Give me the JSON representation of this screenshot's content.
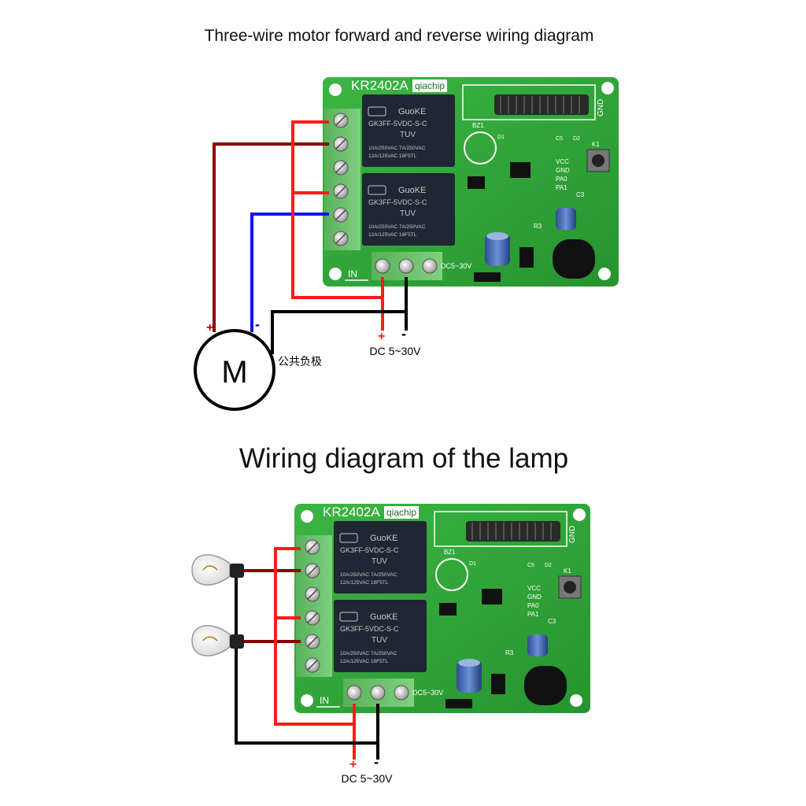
{
  "diagram1": {
    "title": "Three-wire motor forward and reverse wiring diagram",
    "board": {
      "model": "KR2402A",
      "brand": "qiachip",
      "in_label": "IN",
      "dc_label": "DC5~30V",
      "relays": [
        {
          "brand": "GuoKE",
          "model": "GK3FF-5VDC-S-C",
          "cert": "TUV",
          "rating1": "10A/250VAC  7A/250VAC",
          "rating2": "12A/125VAC   18F5TL"
        },
        {
          "brand": "GuoKE",
          "model": "GK3FF-5VDC-S-C",
          "cert": "TUV",
          "rating1": "10A/250VAC  7A/250VAC",
          "rating2": "12A/125VAC   18F5TL"
        }
      ],
      "pins": [
        "VCC",
        "GND",
        "PA0",
        "PA1"
      ],
      "silk": [
        "GND",
        "BZ1",
        "C3",
        "R3",
        "K1",
        "D1",
        "C5",
        "D2"
      ]
    },
    "motor": {
      "label": "M",
      "plus": "+",
      "minus": "-",
      "common_label": "公共负极"
    },
    "power": {
      "plus": "+",
      "minus": "-",
      "label": "DC 5~30V"
    }
  },
  "diagram2": {
    "title": "Wiring diagram of the lamp",
    "board": {
      "model": "KR2402A",
      "brand": "qiachip",
      "in_label": "IN",
      "dc_label": "DC5~30V",
      "relays": [
        {
          "brand": "GuoKE",
          "model": "GK3FF-5VDC-S-C",
          "cert": "TUV",
          "rating1": "10A/250VAC  7A/250VAC",
          "rating2": "12A/125VAC   18F5TL"
        },
        {
          "brand": "GuoKE",
          "model": "GK3FF-5VDC-S-C",
          "cert": "TUV",
          "rating1": "10A/250VAC  7A/250VAC",
          "rating2": "12A/125VAC   18F5TL"
        }
      ],
      "pins": [
        "VCC",
        "GND",
        "PA0",
        "PA1"
      ],
      "silk": [
        "GND",
        "BZ1",
        "C3",
        "R3",
        "K1",
        "D1",
        "C5",
        "D2"
      ]
    },
    "power": {
      "plus": "+",
      "minus": "-",
      "label": "DC 5~30V"
    }
  },
  "colors": {
    "pcb": "#2fa83a",
    "terminal": "#6fc36f",
    "relay": "#1e2733",
    "wire_red": "#ff1a1a",
    "wire_darkred": "#8b0000",
    "wire_blue": "#1010ff",
    "wire_black": "#000000"
  }
}
